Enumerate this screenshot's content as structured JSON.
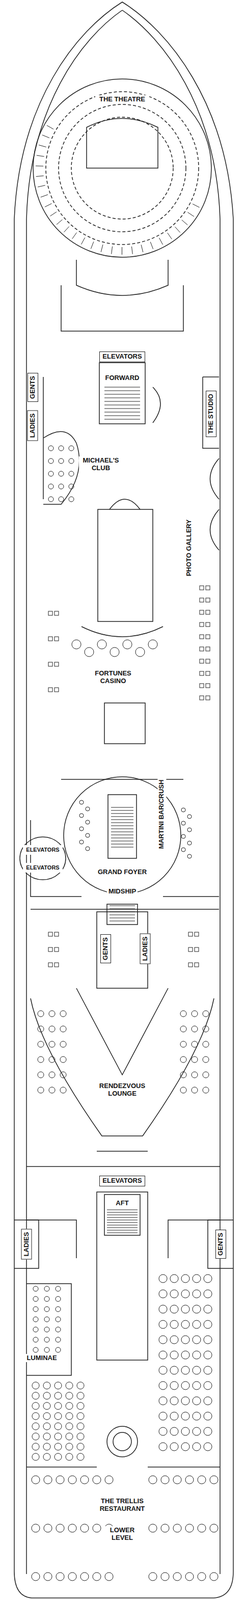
{
  "diagram": {
    "nodes": [
      {
        "text": [
          "ELEVATORS"
        ]
      },
      {
        "text": [
          "GENTS"
        ]
      },
      {
        "text": [
          "LADIES"
        ]
      },
      {
        "text": [
          "THE STUDIO"
        ]
      },
      {
        "text": [
          "ELEVATORS"
        ]
      },
      {
        "text": [
          "ELEVATORS"
        ]
      },
      {
        "text": [
          "GENTS"
        ]
      },
      {
        "text": [
          "LADIES"
        ]
      },
      {
        "text": [
          "ELEVATORS"
        ]
      },
      {
        "text": [
          "LADIES"
        ]
      },
      {
        "text": [
          "GENTS"
        ]
      }
    ],
    "labels": [
      "THE THEATRE",
      "FORWARD",
      "MICHAEL'S CLUB",
      "PHOTO GALLERY",
      "FORTUNES CASINO",
      "MARTINI BAR/CRUSH",
      "GRAND FOYER",
      "MIDSHIP",
      "RENDEZVOUS LOUNGE",
      "AFT",
      "LUMINAE",
      "THE TRELLIS RESTAURANT",
      "LOWER LEVEL"
    ]
  }
}
